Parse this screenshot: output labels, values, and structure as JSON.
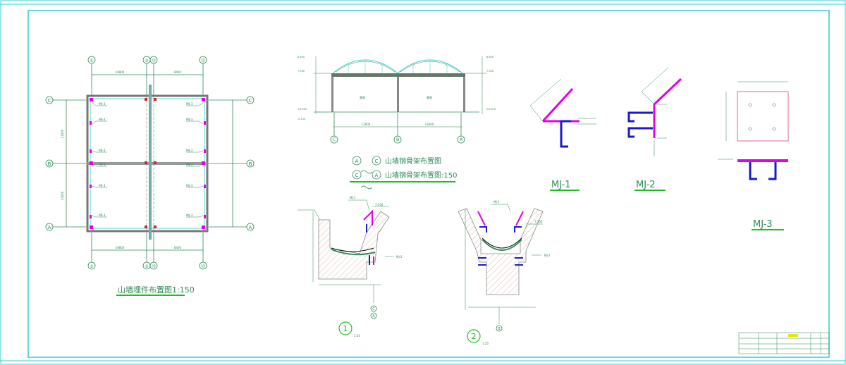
{
  "plan": {
    "title": "山墙埋件布置图1:150",
    "axes_top": [
      "①",
      "②",
      "⑬",
      "⑬"
    ],
    "axes_bottom": [
      "①",
      "②",
      "⑬",
      "⑬"
    ],
    "axes_left": [
      "C",
      "B",
      "A"
    ],
    "axes_right": [
      "C",
      "B",
      "A"
    ],
    "dim_top": [
      "10800",
      "8400"
    ],
    "dim_bottom": [
      "10800",
      "8400"
    ],
    "dim_side": [
      "13000",
      "13000"
    ],
    "mj_labels": [
      "MJ-3",
      "MJ-3",
      "MJ-3",
      "MJ-3",
      "MJ-3",
      "MJ-3",
      "MJ-3",
      "MJ-3",
      "MJ-3",
      "MJ-3",
      "MJ-3",
      "MJ-3"
    ]
  },
  "section": {
    "title_line1": "山墙钢骨架布置图",
    "title_line2": "山墙钢骨架布置图:150",
    "axis_a": "A",
    "axis_c": "C",
    "axis_bottom": [
      "C",
      "B",
      "A"
    ],
    "dims_bottom": [
      "13000",
      "13000"
    ],
    "room_labels": [
      "客舱",
      "客舱"
    ],
    "elev_left": [
      "8.850",
      "7.500",
      "±0.000",
      "-0.150"
    ],
    "elev_right": [
      "8.850",
      "7.500",
      "±0.000"
    ]
  },
  "details": {
    "mj1_label": "MJ-1",
    "mj2_label": "MJ-2",
    "mj3_label": "MJ-3"
  },
  "node1": {
    "number": "1",
    "scale": "1:20",
    "callout": "MJ-1",
    "callout2": "MJ-2",
    "elevation": "7.500",
    "axis_labels": [
      "C",
      "A"
    ]
  },
  "node2": {
    "number": "2",
    "scale": "1:20",
    "callout": "MJ-1",
    "callout2": "MJ-2",
    "elevation": "7.500",
    "axis_label": "B"
  },
  "colors": {
    "frame": "#33cccc",
    "line": "#2e8b57",
    "magenta": "#e600e6",
    "blue": "#1a1acc",
    "gray": "#888888",
    "red": "#dd2222",
    "underline": "#22bb22"
  }
}
